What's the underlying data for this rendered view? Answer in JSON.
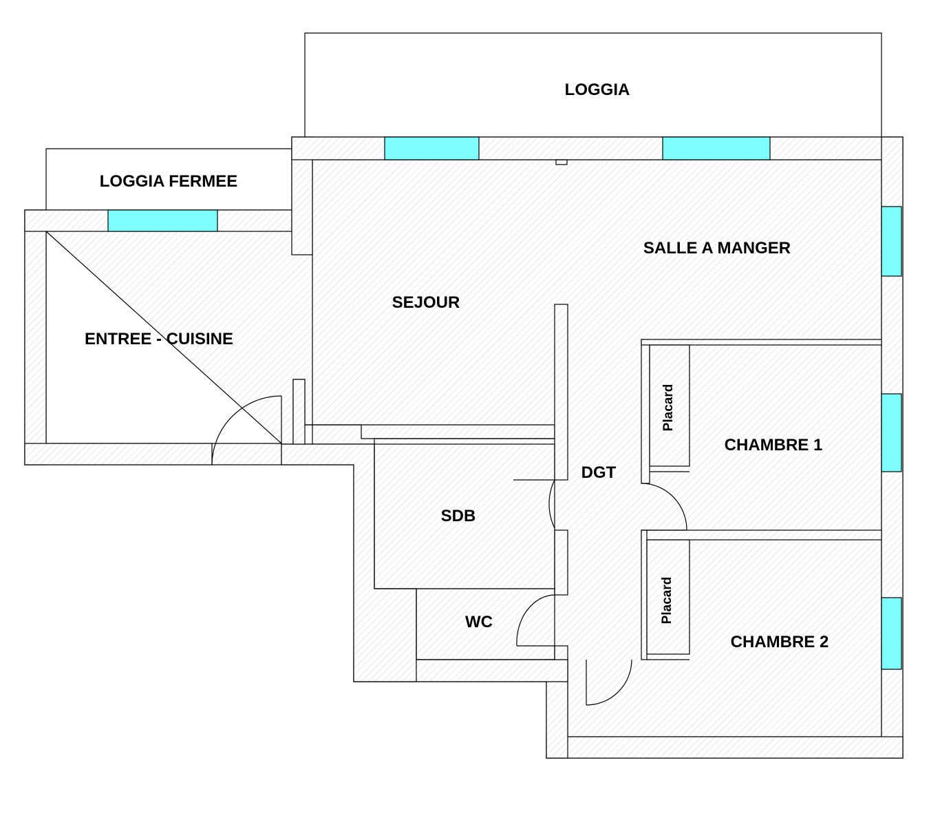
{
  "plan": {
    "rooms": {
      "loggia": "LOGGIA",
      "loggia_fermee": "LOGGIA FERMEE",
      "salle_a_manger": "SALLE A MANGER",
      "sejour": "SEJOUR",
      "entree_cuisine": "ENTREE - CUISINE",
      "dgt": "DGT",
      "sdb": "SDB",
      "wc": "WC",
      "chambre_1": "CHAMBRE 1",
      "chambre_2": "CHAMBRE 2",
      "placard_1": "Placard",
      "placard_2": "Placard"
    },
    "colors": {
      "window": "#7fffff",
      "wall_stroke": "#000000",
      "hatch": "#d2d2d2"
    }
  }
}
